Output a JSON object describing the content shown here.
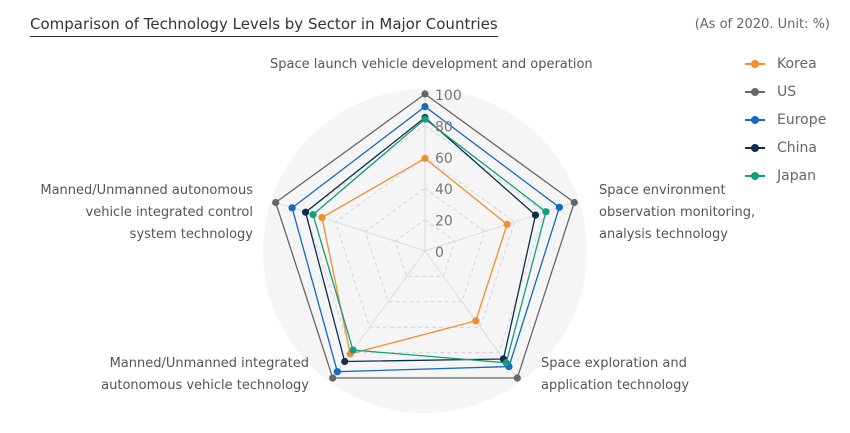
{
  "chart_data": {
    "type": "radar",
    "title": "Comparison of Technology Levels by Sector in Major Countries",
    "subtitle": "(As of 2020. Unit: %)",
    "axes": [
      "Space launch vehicle development and operation",
      "Space environment observation monitoring, analysis technology",
      "Space exploration and application technology",
      "Manned/Unmanned integrated autonomous vehicle technology",
      "Manned/Unmanned autonomous vehicle integrated control system technology"
    ],
    "axis_label_lines": [
      [
        "Space launch vehicle development and operation"
      ],
      [
        "Space environment",
        "observation monitoring,",
        "analysis technology"
      ],
      [
        "Space exploration and",
        "application technology"
      ],
      [
        "Manned/Unmanned integrated",
        "autonomous vehicle technology"
      ],
      [
        "Manned/Unmanned autonomous",
        "vehicle integrated control",
        "system technology"
      ]
    ],
    "ticks": [
      "0",
      "20",
      "40",
      "60",
      "80",
      "100"
    ],
    "range": [
      0,
      100
    ],
    "legend_position": "top-right",
    "series": [
      {
        "name": "Korea",
        "color": "#f28e2b",
        "values": [
          59,
          55,
          55,
          81,
          69
        ]
      },
      {
        "name": "US",
        "color": "#666666",
        "values": [
          100,
          100,
          100,
          100,
          100
        ]
      },
      {
        "name": "Europe",
        "color": "#1569c0",
        "values": [
          92,
          90,
          91,
          95,
          89
        ]
      },
      {
        "name": "China",
        "color": "#0e2c54",
        "values": [
          85,
          74,
          85,
          87,
          80
        ]
      },
      {
        "name": "Japan",
        "color": "#169c7c",
        "values": [
          84,
          81,
          88,
          78,
          75
        ]
      }
    ]
  }
}
